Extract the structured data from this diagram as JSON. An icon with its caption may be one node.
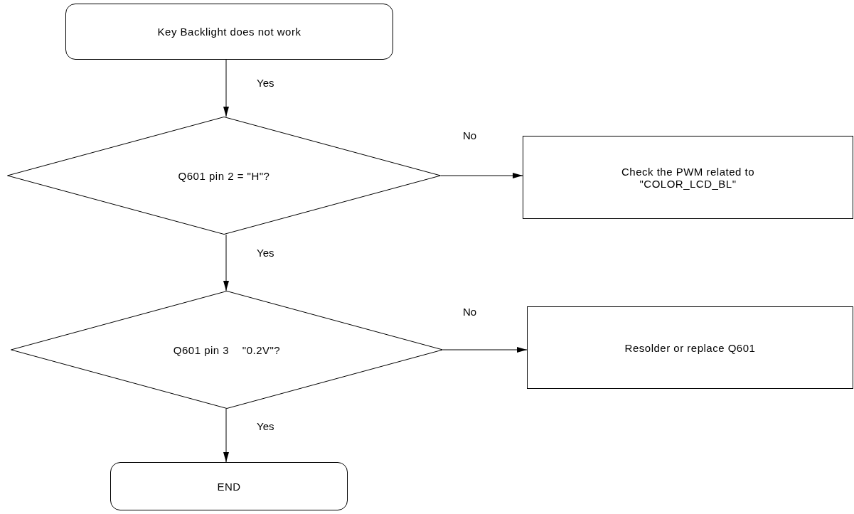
{
  "diagram": {
    "nodes": [
      {
        "text": [
          "Key Backlight does not work"
        ]
      },
      {
        "text": [
          "Q601 pin 2 = \"H\"?"
        ]
      },
      {
        "text": [
          "Check the PWM related to \"COLOR_LCD_BL\""
        ]
      },
      {
        "text": [
          "Q601 pin 3    \"0.2V\"?"
        ]
      },
      {
        "text": [
          "Resolder or replace Q601"
        ]
      },
      {
        "text": [
          "END"
        ]
      }
    ],
    "edges": [
      {
        "from": 0,
        "to": 1,
        "arrow": "to",
        "label": "Yes"
      },
      {
        "from": 1,
        "to": 2,
        "arrow": "to",
        "label": "No"
      },
      {
        "from": 1,
        "to": 3,
        "arrow": "to",
        "label": "Yes"
      },
      {
        "from": 3,
        "to": 4,
        "arrow": "to",
        "label": "No"
      },
      {
        "from": 3,
        "to": 5,
        "arrow": "to",
        "label": "Yes"
      }
    ]
  }
}
